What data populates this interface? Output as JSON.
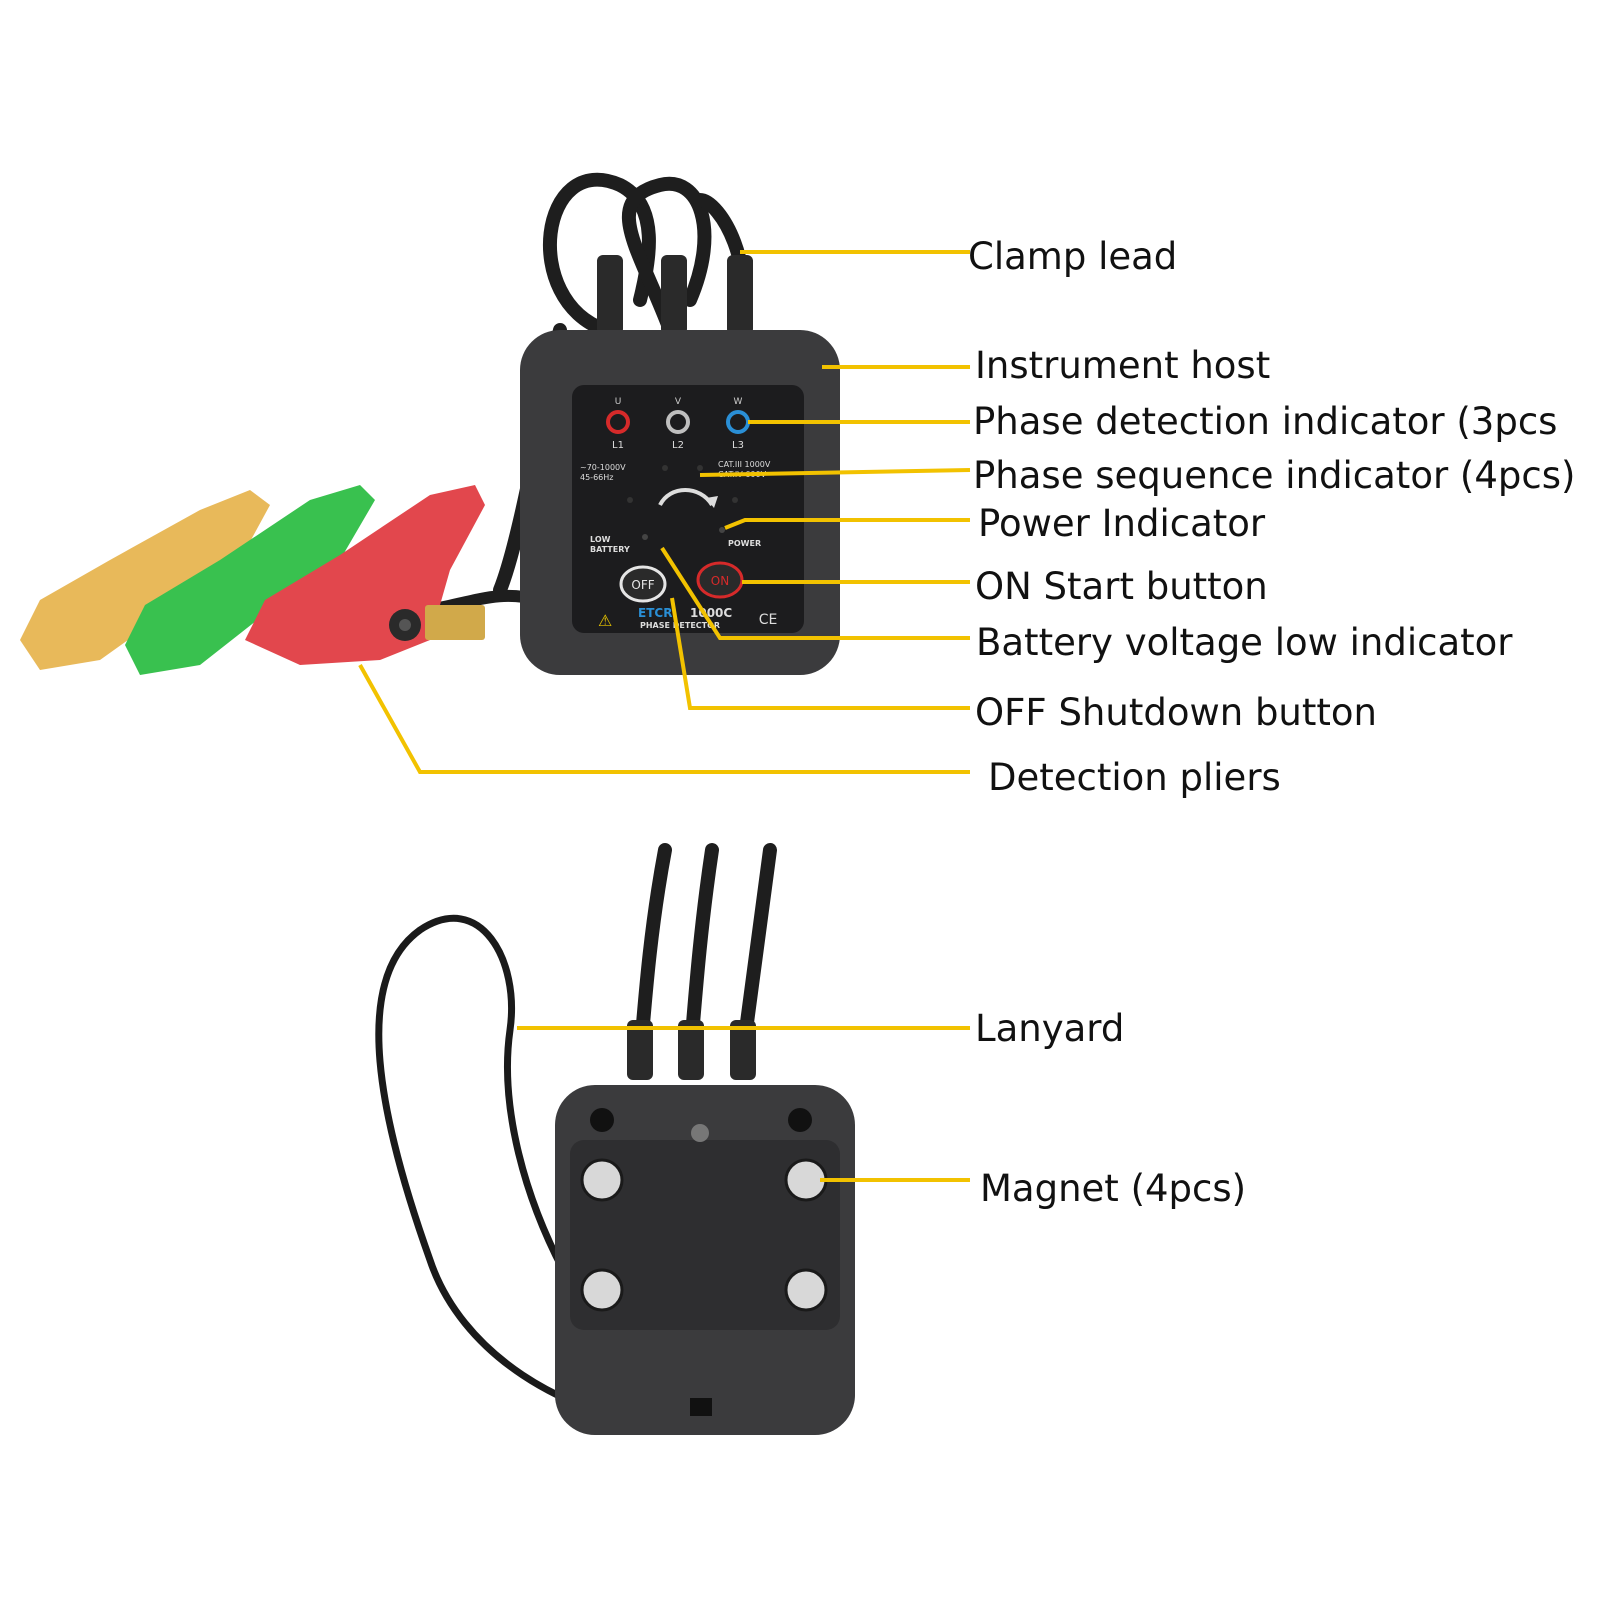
{
  "colors": {
    "leader": "#f2c200",
    "body": "#3b3b3d",
    "panel": "#1c1c1e",
    "clamp_yellow": "#e8b95a",
    "clamp_green": "#39c14f",
    "clamp_red": "#e2474d",
    "led_red": "#d62a2a",
    "led_blue": "#2a8fd6",
    "led_grey": "#bfbfbf"
  },
  "labels": {
    "clamp_lead": "Clamp lead",
    "instrument_host": "Instrument host",
    "phase_detection": "Phase detection indicator (3pcs",
    "phase_sequence": "Phase sequence indicator (4pcs)",
    "power_indicator": "Power Indicator",
    "on_button": "ON Start button",
    "battery_low": "Battery voltage low indicator",
    "off_button": "OFF Shutdown button",
    "detection_pliers": "Detection pliers",
    "lanyard": "Lanyard",
    "magnet": "Magnet (4pcs)"
  },
  "device": {
    "phase_top": [
      "U",
      "V",
      "W"
    ],
    "phase_bottom": [
      "L1",
      "L2",
      "L3"
    ],
    "spec_left_1": "~70-1000V",
    "spec_left_2": "45-66Hz",
    "spec_right_1": "CAT.III 1000V",
    "spec_right_2": "CAT.IV 600V",
    "low_battery_1": "LOW",
    "low_battery_2": "BATTERY",
    "power": "POWER",
    "off": "OFF",
    "on": "ON",
    "brand_prefix": "ETCR",
    "brand_model": "1000C",
    "product": "PHASE DETECTOR",
    "ce": "CE"
  }
}
